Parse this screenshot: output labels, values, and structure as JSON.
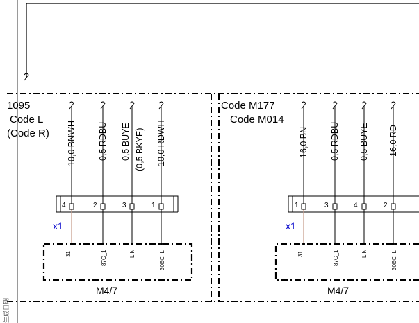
{
  "sections": [
    {
      "codes": [
        "1095",
        "Code L",
        "(Code R)"
      ],
      "connector_label": "x1",
      "module_label": "M4/7",
      "wires": [
        {
          "label": [
            "10,0 BNWH"
          ],
          "pin": "4",
          "terminal": "31",
          "ground_style": true
        },
        {
          "label": [
            "0,5 RDBU"
          ],
          "pin": "2",
          "terminal": "87C_1",
          "ground_style": false
        },
        {
          "label": [
            "0,5 BUYE",
            "(0,5 BKYE)"
          ],
          "pin": "3",
          "terminal": "LIN",
          "ground_style": false
        },
        {
          "label": [
            "10,0 RDWH"
          ],
          "pin": "1",
          "terminal": "30EC_L",
          "ground_style": false
        }
      ]
    },
    {
      "codes": [
        "Code M177",
        "Code M014"
      ],
      "connector_label": "x1",
      "module_label": "M4/7",
      "wires": [
        {
          "label": [
            "16,0 BN"
          ],
          "pin": "1",
          "terminal": "31",
          "ground_style": true
        },
        {
          "label": [
            "0,5 RDBU"
          ],
          "pin": "3",
          "terminal": "87C_1",
          "ground_style": false
        },
        {
          "label": [
            "0,5 BUYE"
          ],
          "pin": "4",
          "terminal": "LIN",
          "ground_style": false
        },
        {
          "label": [
            "16,0 RD"
          ],
          "pin": "2",
          "terminal": "30EC_L",
          "ground_style": false
        }
      ]
    }
  ],
  "watermark": "生成日期"
}
